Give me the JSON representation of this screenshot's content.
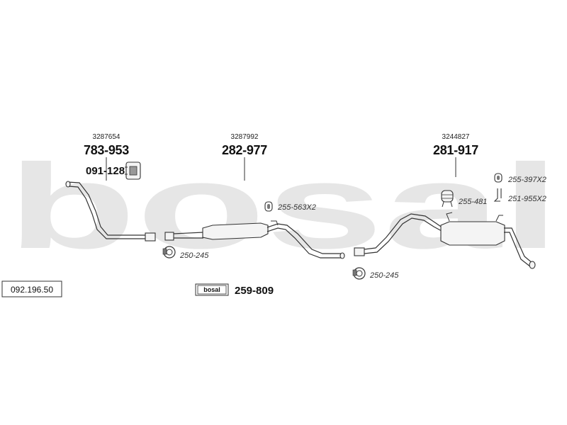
{
  "watermark": {
    "text": "bosal",
    "color": "#e6e6e6"
  },
  "reference": {
    "code": "092.196.50"
  },
  "assemblies": [
    {
      "oem": "3287654",
      "part": "783-953"
    },
    {
      "oem": "3287992",
      "part": "282-977"
    },
    {
      "oem": "3244827",
      "part": "281-917"
    }
  ],
  "components": {
    "mount_front": "091-128",
    "clamp_front": "250-245",
    "clamp_rear": "250-245",
    "rubber_mid": "255-563X2",
    "rubber_rear_small": "255-397X2",
    "hanger_rear": "251-955X2",
    "mount_rear": "255-481",
    "kit": {
      "brand": "bosal",
      "part": "259-809"
    }
  }
}
